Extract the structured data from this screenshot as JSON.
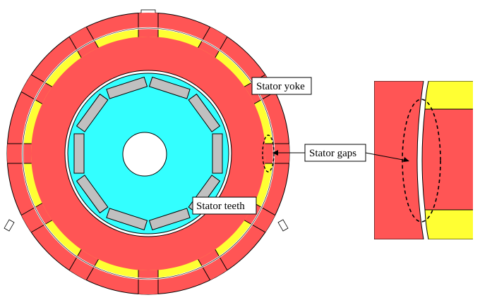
{
  "labels": {
    "stator_yoke": "Stator yoke",
    "stator_gaps": "Stator gaps",
    "stator_teeth": "Stator teeth"
  },
  "colors": {
    "yoke": "#ff5555",
    "teeth": "#ff5555",
    "coil": "#ffff33",
    "rotor": "#33ffff",
    "magnet": "#c0c0c0",
    "outline": "#000000",
    "background": "#ffffff"
  },
  "motor": {
    "stator_tooth_count": 12,
    "rotor_magnet_count": 10
  }
}
